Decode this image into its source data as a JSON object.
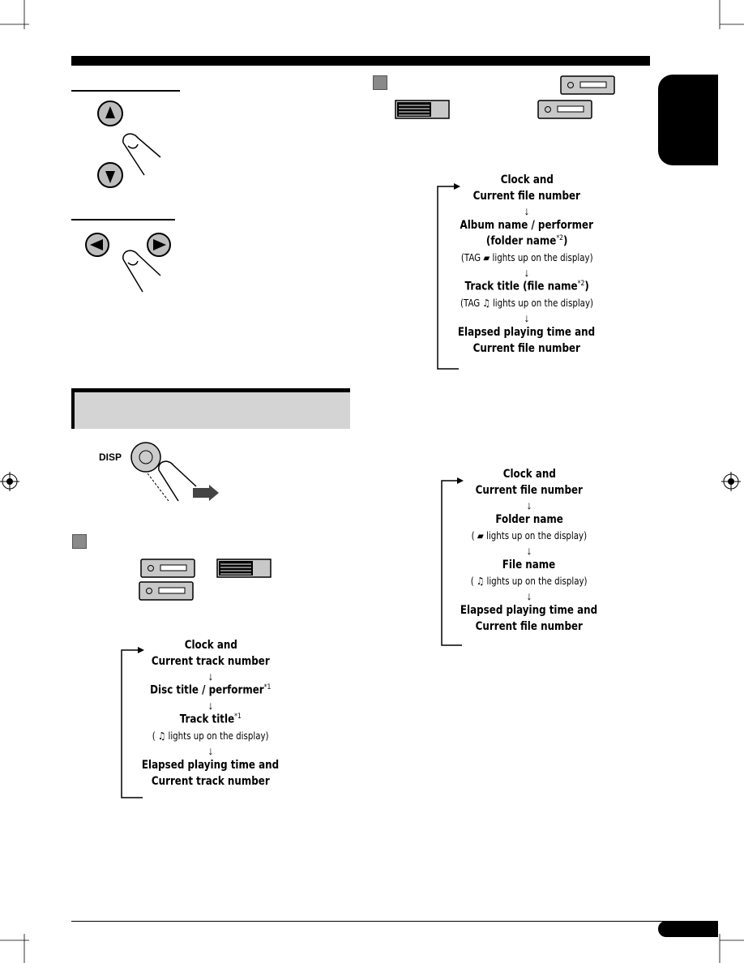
{
  "disp_label": "DISP",
  "left_flow": [
    {
      "lines": [
        {
          "text": "Clock and",
          "style": "b"
        },
        {
          "text": "Current track number",
          "style": "b"
        }
      ]
    },
    {
      "lines": [
        {
          "text": "Disc title / performer",
          "style": "b",
          "sup": "*1"
        }
      ]
    },
    {
      "lines": [
        {
          "text": "Track title",
          "style": "b",
          "sup": "*1"
        },
        {
          "text": "( ♫ lights up on the display)",
          "style": "n"
        }
      ]
    },
    {
      "lines": [
        {
          "text": "Elapsed playing time and",
          "style": "b"
        },
        {
          "text": "Current track number",
          "style": "b"
        }
      ]
    }
  ],
  "right_flow_top": [
    {
      "lines": [
        {
          "text": "Clock and",
          "style": "b"
        },
        {
          "text": "Current file number",
          "style": "b"
        }
      ]
    },
    {
      "lines": [
        {
          "text": "Album name / performer",
          "style": "b"
        },
        {
          "text": "(folder name",
          "style": "b",
          "sup": "*2",
          "after": ")"
        },
        {
          "text": "(TAG ▰ lights up on the display)",
          "style": "n"
        }
      ]
    },
    {
      "lines": [
        {
          "text": "Track title (file name",
          "style": "b",
          "sup": "*2",
          "after": ")"
        },
        {
          "text": "(TAG ♫ lights up on the display)",
          "style": "n"
        }
      ]
    },
    {
      "lines": [
        {
          "text": "Elapsed playing time and",
          "style": "b"
        },
        {
          "text": "Current file number",
          "style": "b"
        }
      ]
    }
  ],
  "right_flow_bottom": [
    {
      "lines": [
        {
          "text": "Clock and",
          "style": "b"
        },
        {
          "text": "Current file number",
          "style": "b"
        }
      ]
    },
    {
      "lines": [
        {
          "text": "Folder name",
          "style": "b"
        },
        {
          "text": "( ▰ lights up on the display)",
          "style": "n"
        }
      ]
    },
    {
      "lines": [
        {
          "text": "File name",
          "style": "b"
        },
        {
          "text": "( ♫ lights up on the display)",
          "style": "n"
        }
      ]
    },
    {
      "lines": [
        {
          "text": "Elapsed playing time and",
          "style": "b"
        },
        {
          "text": "Current file number",
          "style": "b"
        }
      ]
    }
  ]
}
